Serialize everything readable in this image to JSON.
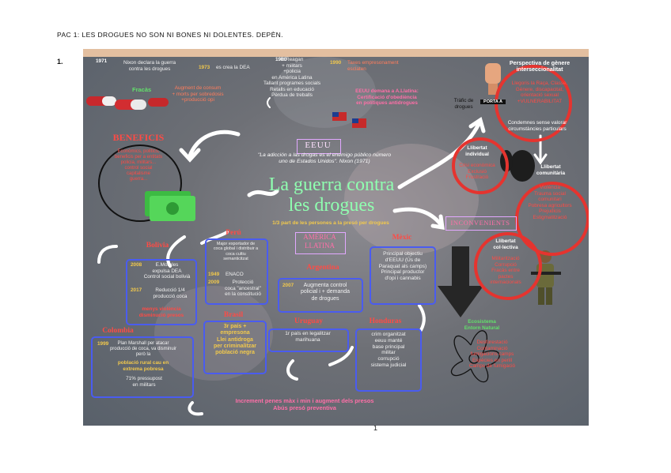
{
  "doc": {
    "title": "PAC 1: LES DROGUES NO SON NI BONES NI DOLENTES. DEPÈN.",
    "question_number": "1.",
    "page_number": "1"
  },
  "colors": {
    "poster_bg": "#6e7076",
    "box_border": "#4a5cf0",
    "red_circle": "#e5342f",
    "band": "#e3bfa0"
  },
  "timeline": {
    "y1971": "1971",
    "nixon": "Nixon declara la guerra contra les drogues",
    "fracas": "Fracàs",
    "y1973": "1973",
    "dea": "es crea la DEA",
    "augment": "Augment de consum\n+ morts per sobredosis\n+producció opi",
    "y1980": "1980",
    "reagan": "R.Reagan\n+ militars\n+policia\nen Amèrica Latina\nTallant programes socials\nRetalls en educació\nPèrdua de treballs",
    "y1990": "1990",
    "taxes": "Taxes empresonament\nesclaten",
    "eeuu_demana": "EEUU demana a A.Llatina:\nCertificació d'obediència\nen polítiques antidrogues"
  },
  "benefits": {
    "title": "BENEFICIS",
    "text": "Econòmics, polítics,\nbeneficis per a entitats\npolicia, militars...\ncontrol social\ncapitalisme\nguerra..."
  },
  "center": {
    "eeuu": "EEUU",
    "quote": "\"La adicción a las drogas es el enemigo público número\nuno de Estados Unidos\". Nixon (1971)",
    "title_line1": "La guerra contra",
    "title_line2": "les drogues",
    "subtitle": "1/3 part de les persones a la presó per drogues",
    "america": "AMÈRICA\nLLATINA"
  },
  "gender": {
    "title": "Perspectiva de gènere\ninterseccionalitat",
    "text": "Llegoris la Raça, Classe,\nGènere, discapacitat,\norientació sexual\n+VULNERABILITAT",
    "traffic": "Tràfic de\ndrogues",
    "portal": "PORTA A",
    "conditions": "Condemnes sense valorar\ncircumstàncies particulars"
  },
  "llibertat_individual": {
    "title": "Llibertat\nindividual",
    "text": "Crisi econòmica\nExclusió\nFrustració"
  },
  "llibertat_comunitaria": {
    "title": "Llibertat\ncomunitària",
    "text": "Violència\nTrauma social\ncomunitari\nPobresa agricultors\nPrejudicis\nEstigmatització"
  },
  "llibertat_collectiva": {
    "title": "Llibertat\ncol·lectiva",
    "text": "Militarització\nCorrupció\nFracàs entre\npactes\ninternacionals"
  },
  "inconvenients": "INCONVENIENTS",
  "ecosistema": {
    "title": "Ecosistema\nEntorn Natural",
    "text": "Desforestació\nContaminació\nfumigacions camps\nEspècies en perill\nCamps de fumigació"
  },
  "countries": {
    "bolivia": {
      "name": "Bolivia",
      "y2008": "2008",
      "t2008": "E.Morales\nexpulsa DEA\nControl social bolivià",
      "y2017": "2017",
      "t2017": "Reducció 1/4\nproducció coca",
      "result": "menys violència\ndisminució presos"
    },
    "peru": {
      "name": "Perú",
      "text": "Major exportador de\ncoca global i distribuir a\ncoca cultiu\nsemanticitzat",
      "y1949": "1949",
      "t1949": "ENACO",
      "y2009": "2009",
      "t2009": "Protecció\ncoca \"ancestral\"\nen la constitució"
    },
    "argentina": {
      "name": "Argentina",
      "y2007": "2007",
      "t2007": "Augmenta control\npolicial i + demanda\nde drogues"
    },
    "mexic": {
      "name": "Mèxic",
      "text": "Principal objectiu\nd'EEUU (Ús de\nParaquat als camps)\nPrincipal productor\nd'opi i cannabis"
    },
    "colombia": {
      "name": "Colombia",
      "y1999": "1999",
      "t1999a": "Plan Marshall per atacar\nproducció de coca, va disminuir\nperò la",
      "t1999b": "població rural cau en\nextrema pobresa",
      "t1999c": "71% pressupost\nen militars"
    },
    "brasil": {
      "name": "Brasil",
      "text": "3r país +\nempresona\nLlei antidroga\nper criminalitzar\npoblació negra"
    },
    "uruguay": {
      "name": "Uruguay",
      "text": "1r país en legalitzar\nmarihuana"
    },
    "honduras": {
      "name": "Honduras",
      "text": "crim organitzat\neeuu manté\nbase principal\nmilitar\ncorrupció\nsistema judicial"
    }
  },
  "bottom": "Increment penes màx i min i augment dels presos\nAbús presó preventiva"
}
